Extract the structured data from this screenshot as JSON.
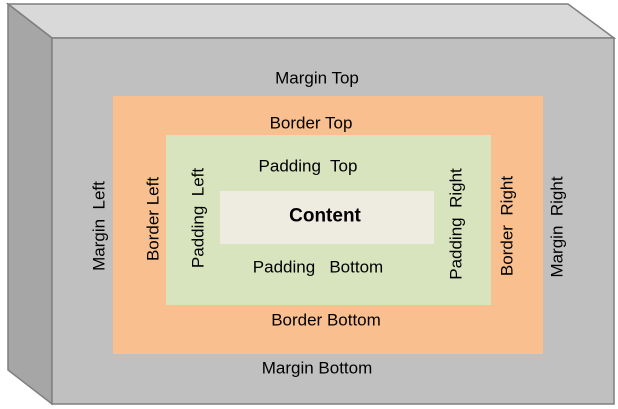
{
  "diagram": {
    "labels": {
      "margin_top": "Margin Top",
      "margin_bottom": "Margin Bottom",
      "margin_left": "Margin  Left",
      "margin_right": "Margin  Right",
      "border_top": "Border Top",
      "border_bottom": "Border Bottom",
      "border_left": "Border Left",
      "border_right": "Border  Right",
      "padding_top": "Padding  Top",
      "padding_bottom": "Padding   Bottom",
      "padding_left": "Padding  Left",
      "padding_right": "Padding  Right",
      "content": "Content"
    },
    "colors": {
      "margin_face": "#c0c0c0",
      "margin_top_face": "#d9d9d9",
      "margin_side_face": "#a6a6a6",
      "outline": "#7f7f7f",
      "border_fill": "#f9bf8f",
      "padding_fill": "#d7e4bd",
      "content_fill": "#eeece1"
    }
  }
}
